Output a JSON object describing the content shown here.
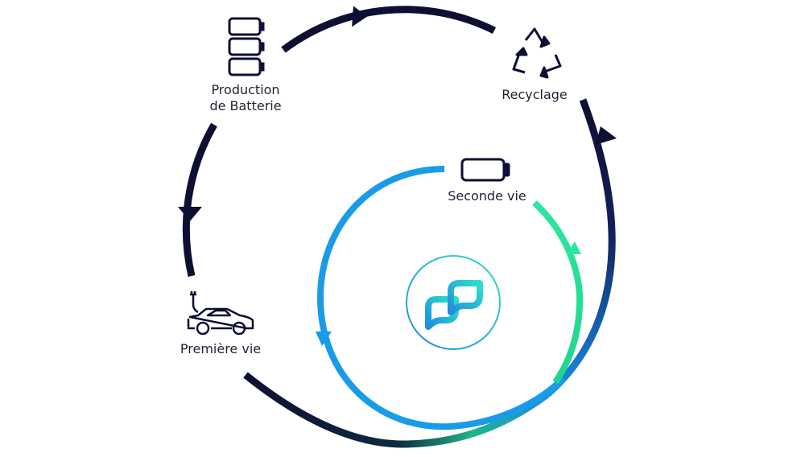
{
  "nodes": {
    "production": {
      "line1": "Production",
      "line2": "de Batterie",
      "icon": "battery-stack-icon"
    },
    "recycling": {
      "label": "Recyclage",
      "icon": "recycle-icon"
    },
    "first_life": {
      "label": "Première vie",
      "icon": "electric-car-icon"
    },
    "second_life": {
      "label": "Seconde vie",
      "icon": "battery-icon"
    },
    "center": {
      "icon": "linked-leaves-logo-icon"
    }
  },
  "colors": {
    "dark": "#0e0f33",
    "navy": "#12205a",
    "blue": "#1a8ee8",
    "green": "#2ee6a0",
    "center_gradient_start": "#1f8de0",
    "center_gradient_end": "#2fe0c8"
  }
}
